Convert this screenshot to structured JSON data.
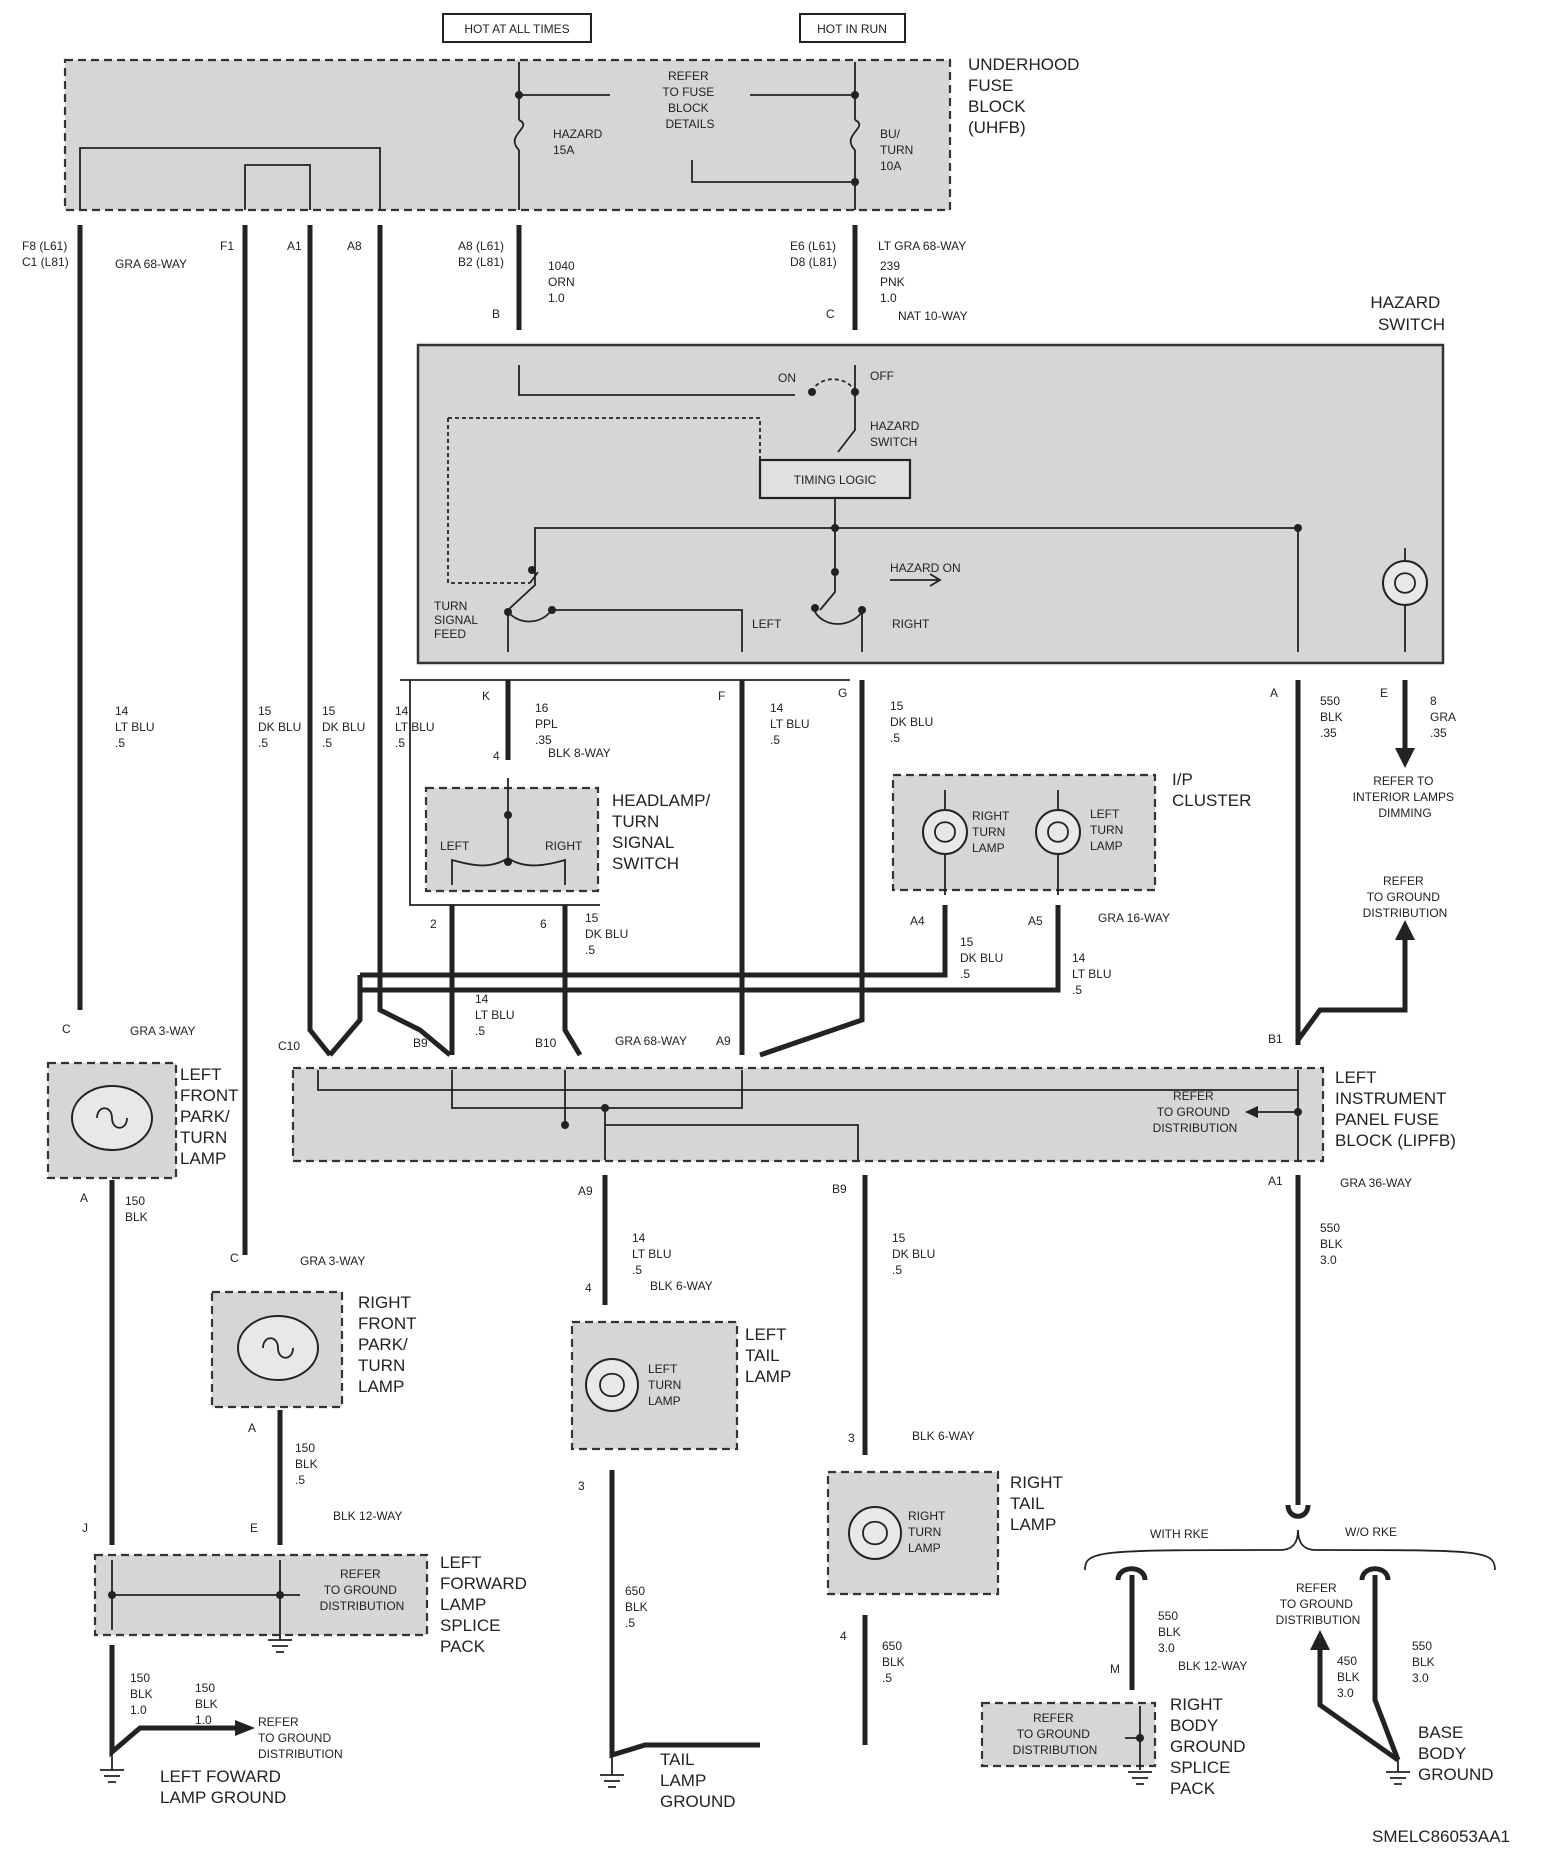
{
  "power": {
    "hot_at_all_times": "HOT AT ALL TIMES",
    "hot_in_run": "HOT IN RUN"
  },
  "uhfb": {
    "name": [
      "UNDERHOOD",
      "FUSE",
      "BLOCK",
      "(UHFB)"
    ],
    "refer": [
      "REFER",
      "TO FUSE",
      "BLOCK",
      "DETAILS"
    ],
    "fuse_hazard": [
      "HAZARD",
      "15A"
    ],
    "fuse_turn": [
      "BU/",
      "TURN",
      "10A"
    ],
    "pins_left": [
      "F8 (L61)",
      "C1 (L81)"
    ],
    "pin_f1": "F1",
    "pin_a1": "A1",
    "pin_a8": "A8",
    "pins_b": [
      "A8 (L61)",
      "B2 (L81)"
    ],
    "pins_c": [
      "E6 (L61)",
      "D8 (L81)"
    ],
    "conn_gra68": "GRA 68-WAY",
    "conn_ltgra68": "LT GRA 68-WAY"
  },
  "wires": {
    "w1040": [
      "1040",
      "ORN",
      "1.0"
    ],
    "w239": [
      "239",
      "PNK",
      "1.0"
    ],
    "w14ltblu": [
      "14",
      "LT BLU",
      ".5"
    ],
    "w15dkblu": [
      "15",
      "DK BLU",
      ".5"
    ],
    "w16ppl": [
      "16",
      "PPL",
      ".35"
    ],
    "w550_35": [
      "550",
      "BLK",
      ".35"
    ],
    "w8gra": [
      "8",
      "GRA",
      ".35"
    ],
    "w150_10": [
      "150",
      "BLK",
      "1.0"
    ],
    "w150_5": [
      "150",
      "BLK",
      ".5"
    ],
    "w150": [
      "150",
      "BLK"
    ],
    "w550_30": [
      "550",
      "BLK",
      "3.0"
    ],
    "w650": [
      "650",
      "BLK",
      ".5"
    ],
    "w450": [
      "450",
      "BLK",
      "3.0"
    ]
  },
  "hazard_switch": {
    "name": [
      "HAZARD",
      "SWITCH"
    ],
    "pin_b": "B",
    "pin_c": "C",
    "conn": "NAT 10-WAY",
    "on": "ON",
    "off": "OFF",
    "switch_label": [
      "HAZARD",
      "SWITCH"
    ],
    "timing": "TIMING LOGIC",
    "hazard_on": "HAZARD ON",
    "turn_signal_feed": [
      "TURN",
      "SIGNAL",
      "FEED"
    ],
    "left": "LEFT",
    "right": "RIGHT",
    "pins": {
      "k": "K",
      "f": "F",
      "g": "G",
      "a": "A",
      "e": "E"
    }
  },
  "headlamp_switch": {
    "name": [
      "HEADLAMP/",
      "TURN",
      "SIGNAL",
      "SWITCH"
    ],
    "conn": "BLK 8-WAY",
    "pin4": "4",
    "pin2": "2",
    "pin6": "6",
    "left": "LEFT",
    "right": "RIGHT"
  },
  "ip_cluster": {
    "name": [
      "I/P",
      "CLUSTER"
    ],
    "right_lamp": [
      "RIGHT",
      "TURN",
      "LAMP"
    ],
    "left_lamp": [
      "LEFT",
      "TURN",
      "LAMP"
    ],
    "pin_a4": "A4",
    "pin_a5": "A5",
    "conn": "GRA 16-WAY"
  },
  "refer_interior": [
    "REFER TO",
    "INTERIOR LAMPS",
    "DIMMING"
  ],
  "refer_ground": [
    "REFER",
    "TO GROUND",
    "DISTRIBUTION"
  ],
  "lipfb": {
    "name": [
      "LEFT",
      "INSTRUMENT",
      "PANEL FUSE",
      "BLOCK (LIPFB)"
    ],
    "refer": [
      "REFER",
      "TO GROUND",
      "DISTRIBUTION"
    ],
    "pins_top": {
      "c10": "C10",
      "b9": "B9",
      "b10": "B10",
      "a9": "A9",
      "b1": "B1"
    },
    "conn_top": "GRA 68-WAY",
    "pins_bottom": {
      "a9": "A9",
      "b9": "B9",
      "a1": "A1"
    },
    "conn_bottom": "GRA 36-WAY"
  },
  "lf_lamp": {
    "name": [
      "LEFT",
      "FRONT",
      "PARK/",
      "TURN",
      "LAMP"
    ],
    "pin_c": "C",
    "pin_a": "A",
    "conn": "GRA 3-WAY"
  },
  "rf_lamp": {
    "name": [
      "RIGHT",
      "FRONT",
      "PARK/",
      "TURN",
      "LAMP"
    ],
    "pin_c": "C",
    "pin_a": "A",
    "conn": "GRA 3-WAY"
  },
  "lt_lamp": {
    "name": [
      "LEFT",
      "TAIL",
      "LAMP"
    ],
    "inner": [
      "LEFT",
      "TURN",
      "LAMP"
    ],
    "pin4": "4",
    "pin3": "3",
    "conn": "BLK 6-WAY"
  },
  "rt_lamp": {
    "name": [
      "RIGHT",
      "TAIL",
      "LAMP"
    ],
    "inner": [
      "RIGHT",
      "TURN",
      "LAMP"
    ],
    "pin3": "3",
    "pin4": "4",
    "conn": "BLK 6-WAY"
  },
  "lf_splice": {
    "name": [
      "LEFT",
      "FORWARD",
      "LAMP",
      "SPLICE",
      "PACK"
    ],
    "refer": [
      "REFER",
      "TO GROUND",
      "DISTRIBUTION"
    ],
    "pin_j": "J",
    "pin_e": "E",
    "conn": "BLK 12-WAY"
  },
  "lf_ground": [
    "LEFT FOWARD",
    "LAMP GROUND"
  ],
  "tail_ground": [
    "TAIL",
    "LAMP",
    "GROUND"
  ],
  "rke": {
    "with": "WITH RKE",
    "without": "W/O RKE"
  },
  "rb_splice": {
    "name": [
      "RIGHT",
      "BODY",
      "GROUND",
      "SPLICE",
      "PACK"
    ],
    "refer": [
      "REFER",
      "TO GROUND",
      "DISTRIBUTION"
    ],
    "pin_m": "M",
    "conn": "BLK 12-WAY"
  },
  "base_ground": [
    "BASE",
    "BODY",
    "GROUND"
  ],
  "figure_id": "SMELC86053AA1"
}
